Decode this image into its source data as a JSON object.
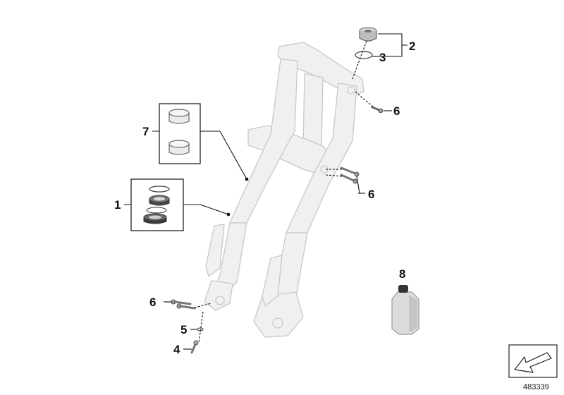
{
  "diagram": {
    "callouts": {
      "c1": "1",
      "c2": "2",
      "c3": "3",
      "c4": "4",
      "c5": "5",
      "c6a": "6",
      "c6b": "6",
      "c6c": "6",
      "c7": "7",
      "c8": "8"
    },
    "diagram_number": "483339"
  },
  "colors": {
    "part_fill": "#f0f0f0",
    "part_stroke": "#c8c8c8",
    "leader": "#111111",
    "bottle_fill": "#dcdcdc"
  }
}
